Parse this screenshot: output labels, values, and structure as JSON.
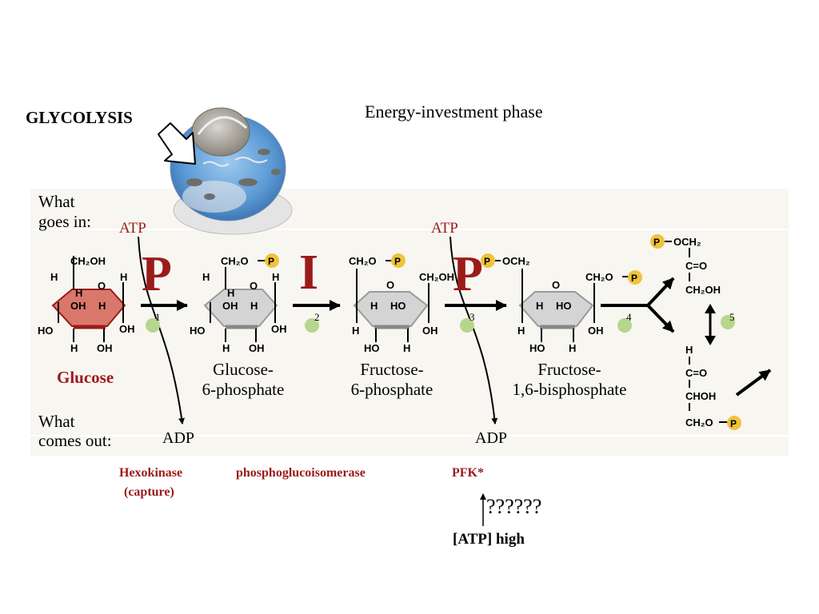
{
  "title": "GLYCOLYSIS",
  "phase_title": "Energy-investment phase",
  "row_labels": {
    "in_line1": "What",
    "in_line2": "goes in:",
    "out_line1": "What",
    "out_line2": "comes out:"
  },
  "cofactors": {
    "atp_1": "ATP",
    "atp_2": "ATP",
    "adp_1": "ADP",
    "adp_2": "ADP"
  },
  "big_letters": [
    "P",
    "I",
    "P"
  ],
  "step_numbers": [
    "1",
    "2",
    "3",
    "4",
    "5"
  ],
  "molecules": {
    "glucose": "Glucose",
    "g6p_line1": "Glucose-",
    "g6p_line2": "6-phosphate",
    "f6p_line1": "Fructose-",
    "f6p_line2": "6-phosphate",
    "f16bp_line1": "Fructose-",
    "f16bp_line2": "1,6-bisphosphate"
  },
  "enzymes": {
    "hexokinase": "Hexokinase",
    "capture": "(capture)",
    "pgi": "phosphoglucoisomerase",
    "pfk": "PFK*"
  },
  "regulation": {
    "question": "??????",
    "atp_high": "[ATP] high"
  },
  "atoms": {
    "H": "H",
    "HO": "HO",
    "OH": "OH",
    "O": "O",
    "P": "P",
    "CH2OH": "CH₂OH",
    "CH2O": "CH₂O",
    "OCH2": "OCH₂",
    "CO": "C=O",
    "CHOH": "CHOH",
    "C": "C"
  },
  "colors": {
    "title_red": "#9b1b1b",
    "glucose_ring": "#d9786a",
    "ring_gray": "#d4d4d4",
    "phosphate": "#f0c33c",
    "marker_green": "#b5d68c"
  }
}
